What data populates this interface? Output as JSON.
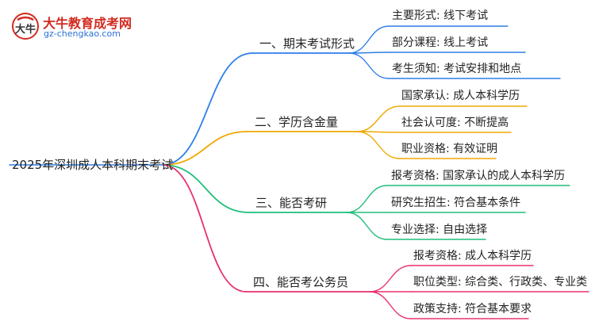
{
  "logo": {
    "mark": "大牛",
    "title": "大牛教育成考网",
    "url": "gz-chengkao.com"
  },
  "mindmap": {
    "root": "2025年深圳成人本科期末考试",
    "branches": [
      {
        "label": "一、期末考试形式",
        "color": "#2f7fe8",
        "children": [
          "主要形式: 线下考试",
          "部分课程: 线上考试",
          "考生须知: 考试安排和地点"
        ]
      },
      {
        "label": "二、学历含金量",
        "color": "#f0a800",
        "children": [
          "国家承认: 成人本科学历",
          "社会认可度: 不断提高",
          "职业资格: 有效证明"
        ]
      },
      {
        "label": "三、能否考研",
        "color": "#1fbf7a",
        "children": [
          "报考资格: 国家承认的成人本科学历",
          "研究生招生: 符合基本条件",
          "专业选择: 自由选择"
        ]
      },
      {
        "label": "四、能否考公务员",
        "color": "#e8306e",
        "children": [
          "报考资格: 成人本科学历",
          "职位类型: 综合类、行政类、专业类",
          "政策支持: 符合基本要求"
        ]
      }
    ]
  }
}
